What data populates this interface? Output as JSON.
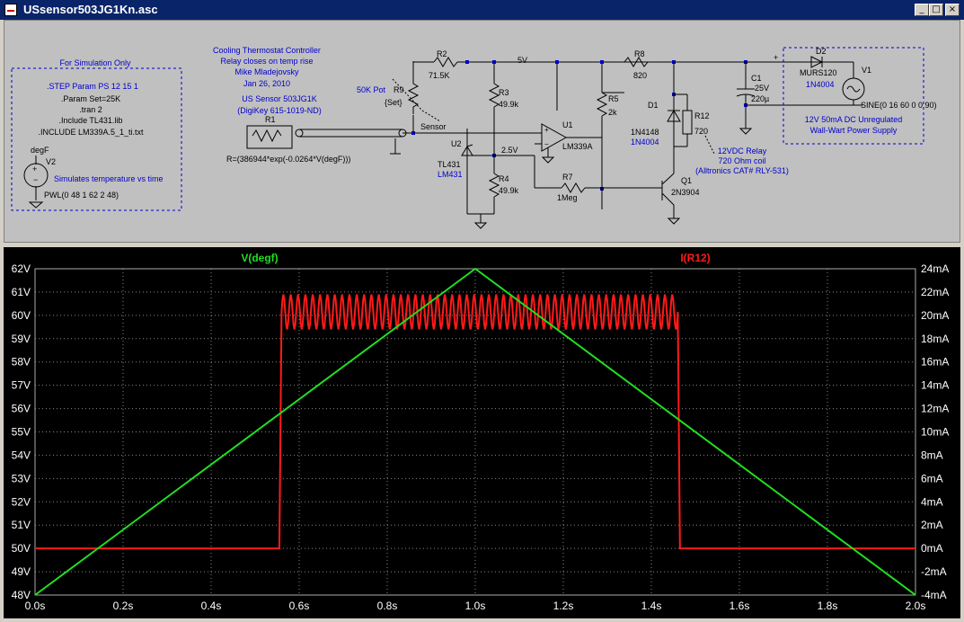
{
  "window": {
    "title": "USsensor503JG1Kn.asc",
    "icon": "ltspice-schematic-icon",
    "buttons": {
      "minimize": "_",
      "maximize": "□",
      "close": "×"
    }
  },
  "schematic": {
    "sim_box": {
      "title": "For Simulation Only",
      "lines": [
        ".STEP Param PS 12 15 1",
        ".Param Set=25K",
        ".tran 2",
        ".Include TL431.lib",
        ".INCLUDE LM339A.5_1_ti.txt"
      ]
    },
    "source_v2": {
      "net": "degF",
      "name": "V2",
      "note": "Simulates temperature vs time",
      "value": "PWL(0 48 1 62 2 48)"
    },
    "header": [
      "Cooling Thermostat Controller",
      "Relay closes on temp rise",
      "Mike Mladejovsky",
      "Jan 26, 2010"
    ],
    "sensor_desc": [
      "US Sensor 503JG1K",
      "(DigiKey 615-1019-ND)"
    ],
    "r1": {
      "name": "R1",
      "expr": "R=(386944*exp(-0.0264*V(degF)))"
    },
    "pot": {
      "desc": "50K Pot",
      "name": "R9",
      "value": "{Set}"
    },
    "net_sensor": "Sensor",
    "net_5v": "5V",
    "net_2v5": "2.5V",
    "r2": {
      "name": "R2",
      "value": "71.5K"
    },
    "r3": {
      "name": "R3",
      "value": "49.9k"
    },
    "r4": {
      "name": "R4",
      "value": "49.9k"
    },
    "r5": {
      "name": "R5",
      "value": "2k"
    },
    "r7": {
      "name": "R7",
      "value": "1Meg"
    },
    "r8": {
      "name": "R8",
      "value": "820"
    },
    "r12": {
      "name": "R12",
      "value": "720"
    },
    "u1": {
      "name": "U1",
      "part": "LM339A"
    },
    "u2": {
      "name": "U2",
      "part": "TL431",
      "sub": "LM431"
    },
    "d1": {
      "name": "D1",
      "part": "1N4148",
      "sub": "1N4004"
    },
    "d2": {
      "name": "D2",
      "part": "MURS120",
      "sub": "1N4004"
    },
    "q1": {
      "name": "Q1",
      "part": "2N3904"
    },
    "c1": {
      "name": "C1",
      "v": "25V",
      "value": "220µ"
    },
    "v1": {
      "name": "V1",
      "value": "SINE(0 16 60 0 0 90)",
      "plus": "+"
    },
    "relay_note": [
      "12VDC Relay",
      "720 Ohm coil",
      "(Alltronics CAT# RLY-531)"
    ],
    "supply_note": [
      "12V 50mA DC Unregulated",
      "Wall-Wart Power Supply"
    ]
  },
  "chart_data": {
    "type": "line",
    "title": "",
    "xlabel": "",
    "series": [
      {
        "name": "V(degf)",
        "color": "#22dd22",
        "axis": "left",
        "x": [
          0,
          1.0,
          2.0
        ],
        "y": [
          48,
          62,
          48
        ]
      },
      {
        "name": "I(R12)",
        "color": "#ff1a1a",
        "axis": "right",
        "x": [
          0,
          0.555,
          0.555,
          1.465,
          1.465,
          2.0
        ],
        "y": [
          0,
          0,
          20,
          20,
          0,
          0
        ],
        "ripple": {
          "x_start": 0.56,
          "x_end": 1.46,
          "cycles": 54,
          "min": 18.8,
          "max": 21.8
        }
      }
    ],
    "xlim": [
      0,
      2.0
    ],
    "ylim_left": [
      48,
      62
    ],
    "ylim_right": [
      -4,
      24
    ],
    "x_ticks": [
      "0.0s",
      "0.2s",
      "0.4s",
      "0.6s",
      "0.8s",
      "1.0s",
      "1.2s",
      "1.4s",
      "1.6s",
      "1.8s",
      "2.0s"
    ],
    "y_ticks_left": [
      "48V",
      "49V",
      "50V",
      "51V",
      "52V",
      "53V",
      "54V",
      "55V",
      "56V",
      "57V",
      "58V",
      "59V",
      "60V",
      "61V",
      "62V"
    ],
    "y_ticks_right": [
      "-4mA",
      "-2mA",
      "0mA",
      "2mA",
      "4mA",
      "6mA",
      "8mA",
      "10mA",
      "12mA",
      "14mA",
      "16mA",
      "18mA",
      "20mA",
      "22mA",
      "24mA"
    ],
    "grid": true,
    "legend_position": "top"
  }
}
